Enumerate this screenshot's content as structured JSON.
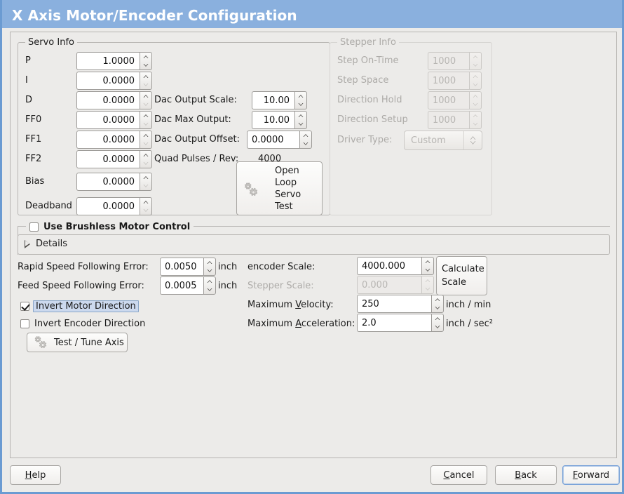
{
  "window": {
    "title": "X Axis Motor/Encoder Configuration",
    "accent_color": "#8ab0de",
    "background_color": "#ecebe9"
  },
  "servo_info": {
    "title": "Servo Info",
    "rows": [
      {
        "label": "P",
        "value": "1.0000"
      },
      {
        "label": "I",
        "value": "0.0000"
      },
      {
        "label": "D",
        "value": "0.0000"
      },
      {
        "label": "FF0",
        "value": "0.0000"
      },
      {
        "label": "FF1",
        "value": "0.0000"
      },
      {
        "label": "FF2",
        "value": "0.0000"
      },
      {
        "label": "Bias",
        "value": "0.0000"
      },
      {
        "label": "Deadband",
        "value": "0.0000"
      }
    ],
    "dac": [
      {
        "label": "Dac Output Scale:",
        "value": "10.00"
      },
      {
        "label": "Dac Max Output:",
        "value": "10.00"
      },
      {
        "label": "Dac Output Offset:",
        "value": "0.0000"
      }
    ],
    "quad_pulses_label": "Quad Pulses / Rev:",
    "quad_pulses_value": "4000",
    "open_loop_button": {
      "line1": "Open",
      "line2": "Loop",
      "line3": "Servo",
      "line4": "Test",
      "icon": "gears-icon"
    }
  },
  "stepper_info": {
    "title": "Stepper Info",
    "disabled": true,
    "rows": [
      {
        "label": "Step On-Time",
        "value": "1000"
      },
      {
        "label": "Step Space",
        "value": "1000"
      },
      {
        "label": "Direction Hold",
        "value": "1000"
      },
      {
        "label": "Direction Setup",
        "value": "1000"
      }
    ],
    "driver_type_label": "Driver Type:",
    "driver_type_value": "Custom"
  },
  "brushless": {
    "checkbox_label": "Use Brushless Motor Control",
    "checked": false,
    "details_label": "Details",
    "details_expanded": false
  },
  "errors": {
    "rapid_label": "Rapid Speed Following Error:",
    "rapid_value": "0.0050",
    "rapid_unit": "inch",
    "feed_label": "Feed Speed Following Error:",
    "feed_value": "0.0005",
    "feed_unit": "inch"
  },
  "inverts": {
    "motor_label": "Invert Motor Direction",
    "motor_checked": true,
    "motor_focused": true,
    "encoder_label": "Invert Encoder Direction",
    "encoder_checked": false
  },
  "test_tune_button": {
    "label": "Test / Tune Axis",
    "icon": "gears-icon"
  },
  "scales": {
    "encoder_label": "encoder Scale:",
    "encoder_value": "4000.000",
    "stepper_label": "Stepper Scale:",
    "stepper_value": "0.000",
    "stepper_disabled": true,
    "calculate_button_line1": "Calculate",
    "calculate_button_line2": "Scale",
    "max_velocity_label_pre": "Maximum ",
    "max_velocity_label_mn": "V",
    "max_velocity_label_post": "elocity:",
    "max_velocity_value": "250",
    "max_velocity_unit": "inch / min",
    "max_accel_label_pre": "Maximum ",
    "max_accel_label_mn": "A",
    "max_accel_label_post": "cceleration:",
    "max_accel_value": "2.0",
    "max_accel_unit": "inch / sec²"
  },
  "footer": {
    "help_pre": "",
    "help_mn": "H",
    "help_post": "elp",
    "cancel_pre": "",
    "cancel_mn": "C",
    "cancel_post": "ancel",
    "back_pre": "",
    "back_mn": "B",
    "back_post": "ack",
    "forward_pre": "",
    "forward_mn": "F",
    "forward_post": "orward",
    "forward_focused": true
  }
}
